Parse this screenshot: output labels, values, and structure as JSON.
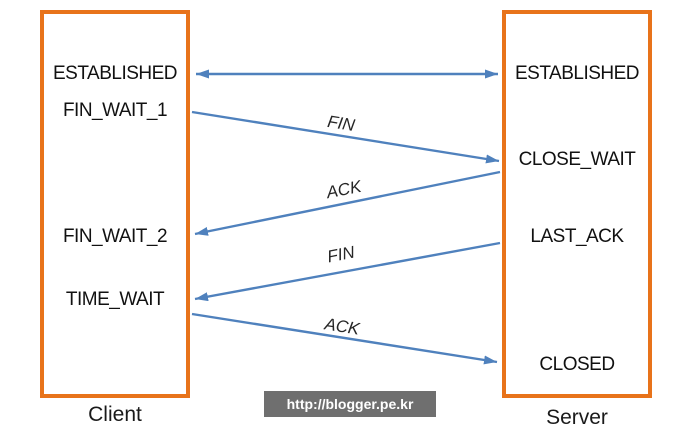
{
  "client": {
    "caption": "Client",
    "states": {
      "established": "ESTABLISHED",
      "fin_wait_1": "FIN_WAIT_1",
      "fin_wait_2": "FIN_WAIT_2",
      "time_wait": "TIME_WAIT"
    }
  },
  "server": {
    "caption": "Server",
    "states": {
      "established": "ESTABLISHED",
      "close_wait": "CLOSE_WAIT",
      "last_ack": "LAST_ACK",
      "closed": "CLOSED"
    }
  },
  "messages": {
    "fin1": "FIN",
    "ack1": "ACK",
    "fin2": "FIN",
    "ack2": "ACK"
  },
  "watermark": "http://blogger.pe.kr",
  "colors": {
    "box_border": "#E8731A",
    "arrow": "#4F81BD",
    "state_text": "#111111",
    "watermark_bg": "#6F6F6F",
    "watermark_text": "#FFFFFF"
  }
}
